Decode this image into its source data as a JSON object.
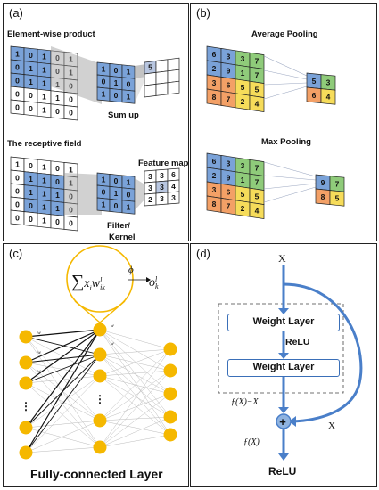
{
  "panel_a": {
    "label": "(a)",
    "title_elementwise": "Element-wise product",
    "sum_up": "Sum up",
    "title_receptive": "The receptive field",
    "feature_map": "Feature map",
    "filter_kernel_1": "Filter/",
    "filter_kernel_2": "Kernel",
    "input_grid": [
      [
        "1",
        "0",
        "1",
        "0",
        "1"
      ],
      [
        "0",
        "1",
        "1",
        "0",
        "1"
      ],
      [
        "0",
        "1",
        "1",
        "1",
        "0"
      ],
      [
        "0",
        "0",
        "1",
        "1",
        "0"
      ],
      [
        "0",
        "0",
        "1",
        "0",
        "0"
      ]
    ],
    "kernel_grid": [
      [
        "1",
        "0",
        "1"
      ],
      [
        "0",
        "1",
        "0"
      ],
      [
        "1",
        "0",
        "1"
      ]
    ],
    "sum_result": "5",
    "feature_grid": [
      [
        "3",
        "3",
        "6"
      ],
      [
        "3",
        "3",
        "4"
      ],
      [
        "2",
        "3",
        "3"
      ]
    ]
  },
  "panel_b": {
    "label": "(b)",
    "title_avg": "Average Pooling",
    "title_max": "Max Pooling",
    "avg_input": [
      [
        "6",
        "3",
        "3",
        "7"
      ],
      [
        "2",
        "9",
        "1",
        "7"
      ],
      [
        "3",
        "6",
        "5",
        "5"
      ],
      [
        "8",
        "7",
        "2",
        "4"
      ]
    ],
    "avg_output": [
      [
        "5",
        "3"
      ],
      [
        "6",
        "4"
      ]
    ],
    "max_input": [
      [
        "6",
        "3",
        "3",
        "7"
      ],
      [
        "2",
        "9",
        "1",
        "7"
      ],
      [
        "3",
        "6",
        "5",
        "5"
      ],
      [
        "8",
        "7",
        "2",
        "4"
      ]
    ],
    "max_output": [
      [
        "9",
        "7"
      ],
      [
        "8",
        "5"
      ]
    ],
    "colors": {
      "blue": "#7aa2d8",
      "green": "#8fcb7a",
      "orange": "#f3a066",
      "yellow": "#f6dc5a"
    }
  },
  "panel_c": {
    "label": "(c)",
    "formula_sum": "∑",
    "formula_x": "x",
    "formula_x_sub": "i",
    "formula_w": "w",
    "formula_w_sup": "l",
    "formula_w_sub": "ik",
    "formula_arrow_label": "ϕ",
    "formula_o": "o",
    "formula_o_sup": "l",
    "formula_o_sub": "k",
    "weights": [
      "w",
      "w",
      "w",
      "w",
      "w"
    ],
    "dots": "⋮",
    "caption": "Fully-connected Layer",
    "node_color": "#f5b800"
  },
  "panel_d": {
    "label": "(d)",
    "input_x": "X",
    "weight_layer_1": "Weight Layer",
    "relu_mid": "ReLU",
    "weight_layer_2": "Weight Layer",
    "fx_minus_x": "ƒ(X)−X",
    "skip_x": "X",
    "plus": "+",
    "fx": "ƒ(X)",
    "relu_out": "ReLU",
    "arrow_color": "#4a7fc9"
  }
}
